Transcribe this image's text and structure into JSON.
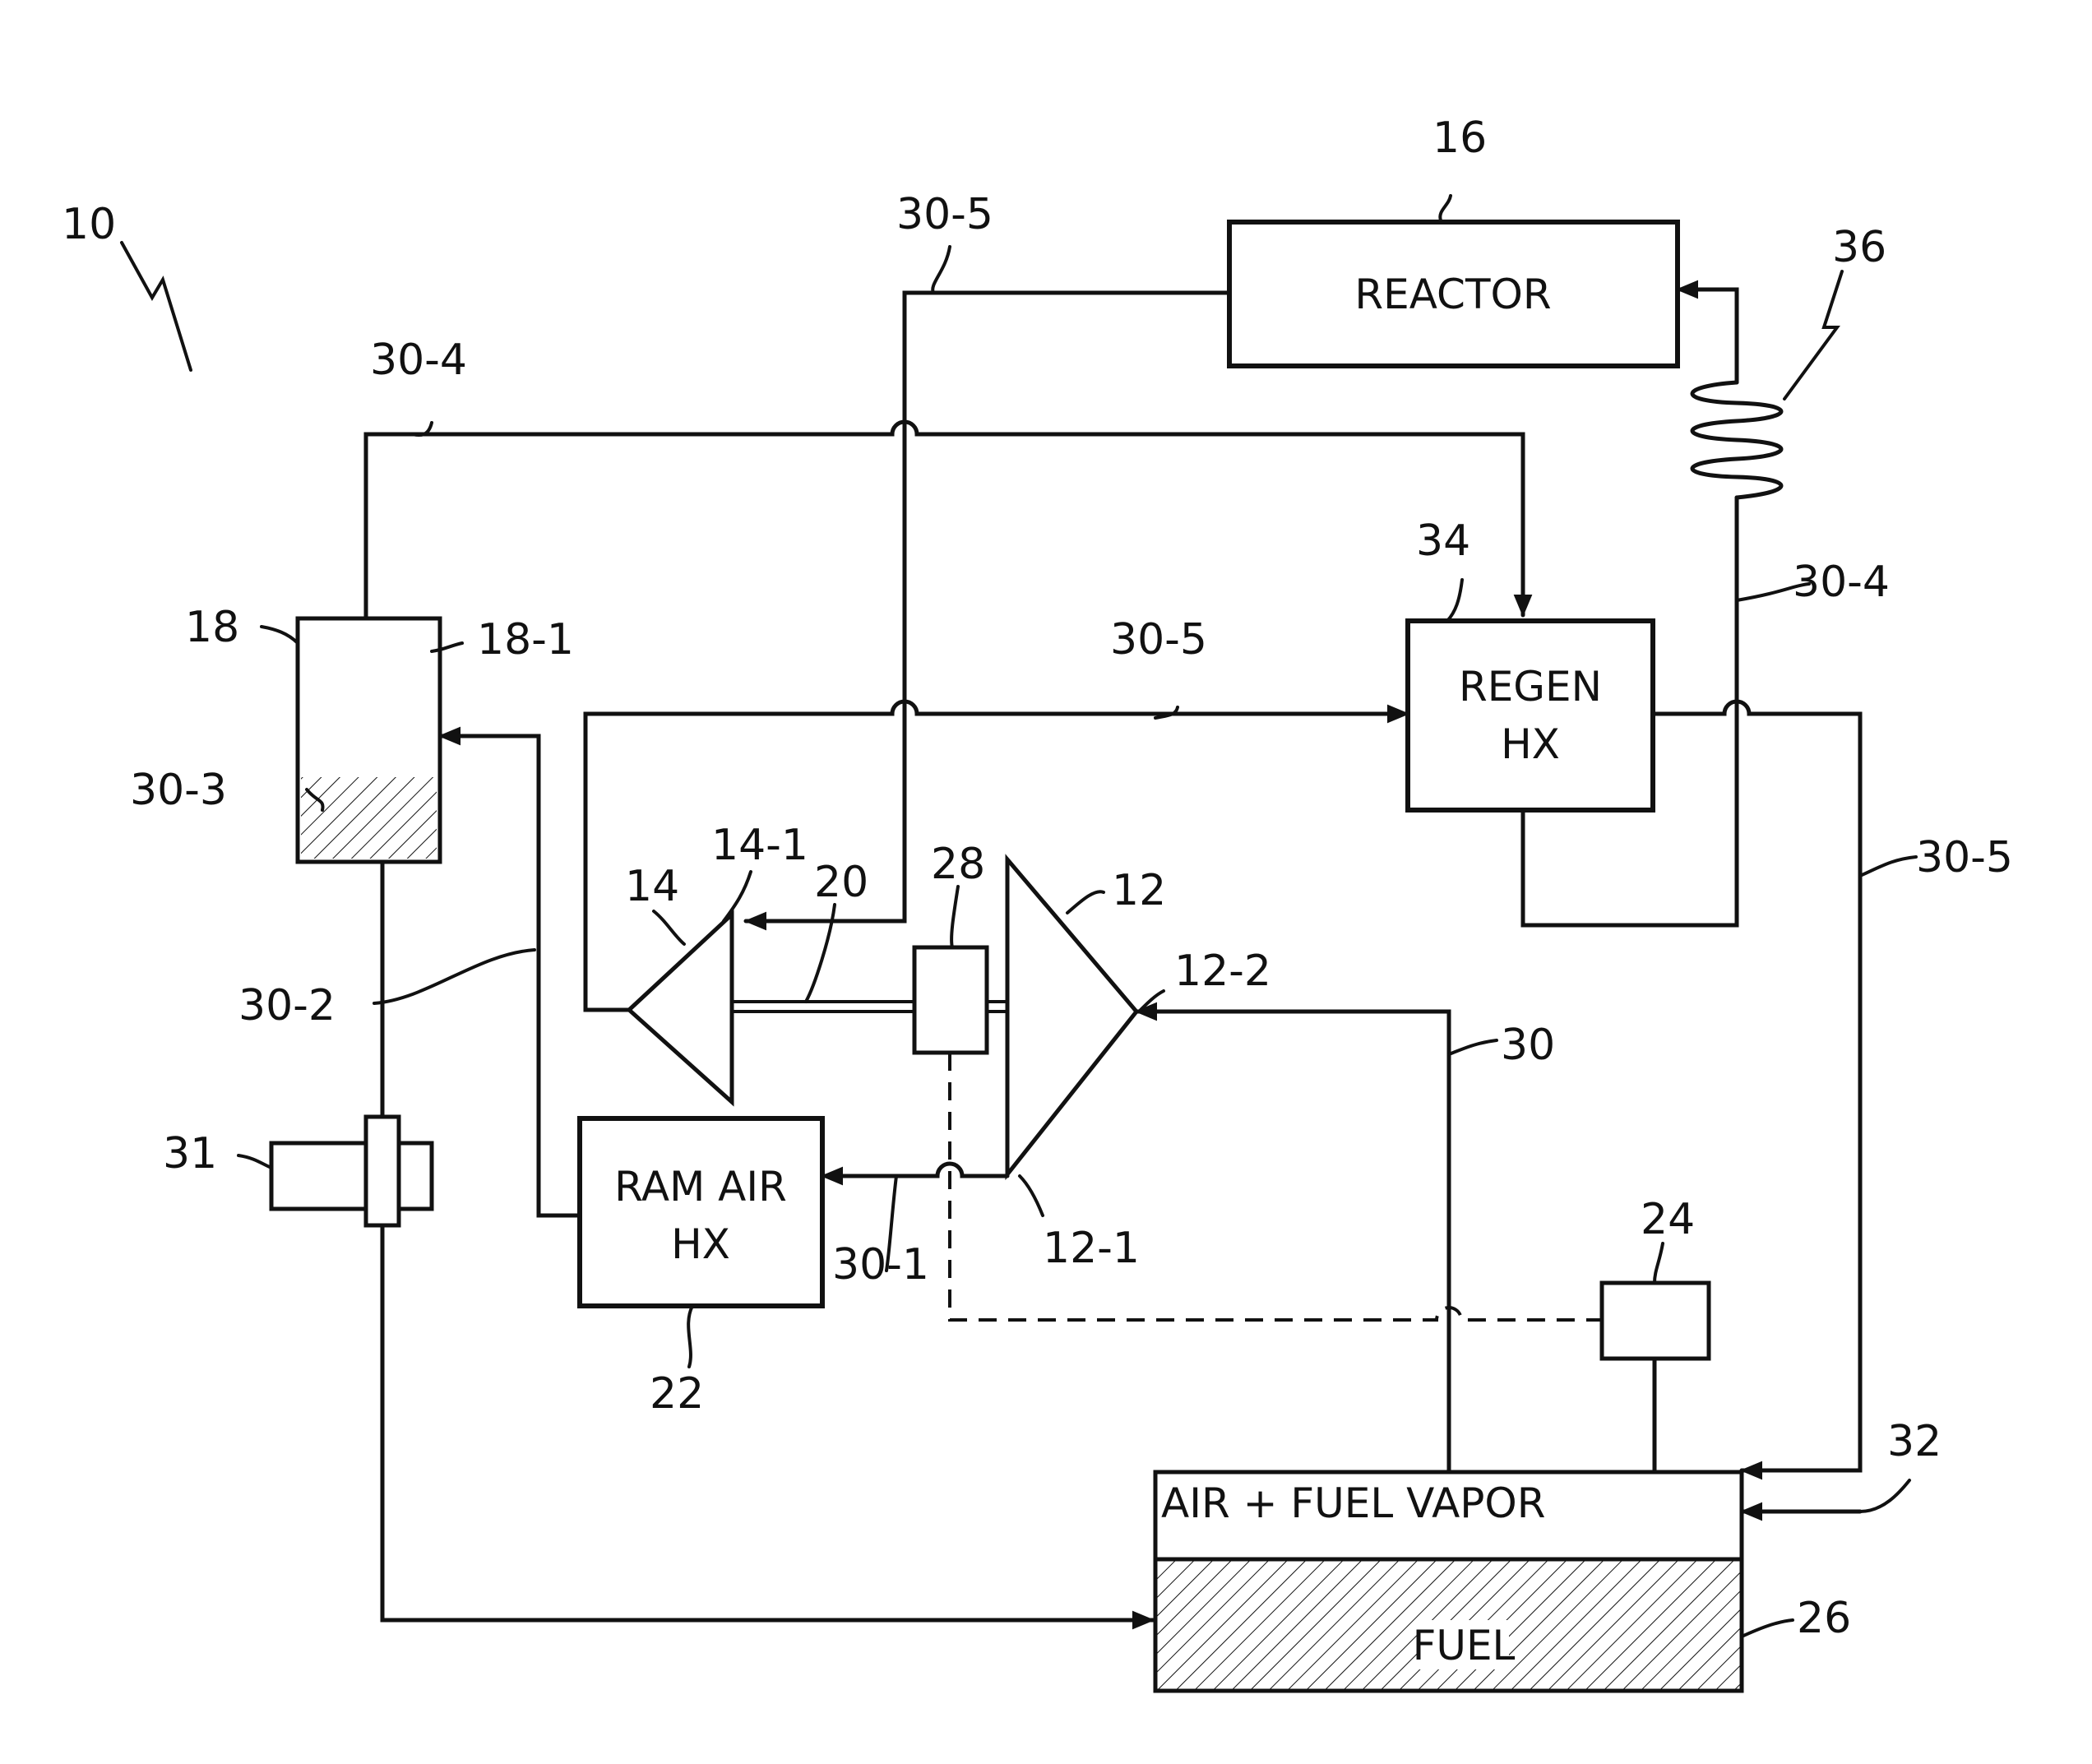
{
  "components": {
    "reactor": "REACTOR",
    "regen_hx_line1": "REGEN",
    "regen_hx_line2": "HX",
    "ram_air_hx_line1": "RAM AIR",
    "ram_air_hx_line2": "HX",
    "tank_vapor": "AIR + FUEL VAPOR",
    "tank_fuel": "FUEL"
  },
  "refs": {
    "system": "10",
    "compressor": "12",
    "compressor_inlet": "12-2",
    "compressor_outlet": "12-1",
    "turbine": "14",
    "turbine_inlet": "14-1",
    "reactor": "16",
    "separator": "18",
    "separator_inlet": "18-1",
    "shaft": "20",
    "ram_air_hx": "22",
    "controller": "24",
    "fuel_tank": "26",
    "motor": "28",
    "line_30": "30",
    "line_30_1": "30-1",
    "line_30_2": "30-2",
    "line_30_3": "30-3",
    "line_30_4_top": "30-4",
    "line_30_4_right": "30-4",
    "line_30_5_top": "30-5",
    "line_30_5_mid": "30-5",
    "line_30_5_right": "30-5",
    "pump": "31",
    "ullage_inlet": "32",
    "regen_hx": "34",
    "heater": "36"
  }
}
